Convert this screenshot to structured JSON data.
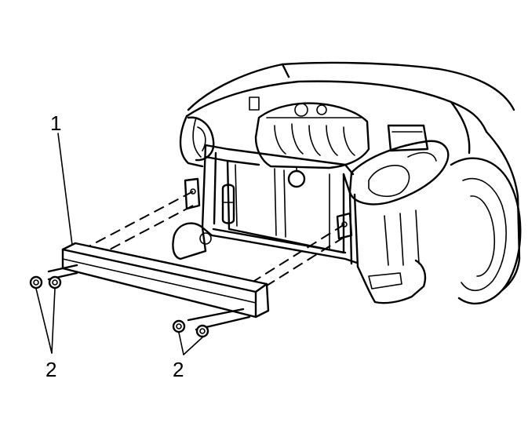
{
  "callouts": {
    "bar_label": "1",
    "nuts_left_label": "2",
    "nuts_right_label": "2"
  }
}
